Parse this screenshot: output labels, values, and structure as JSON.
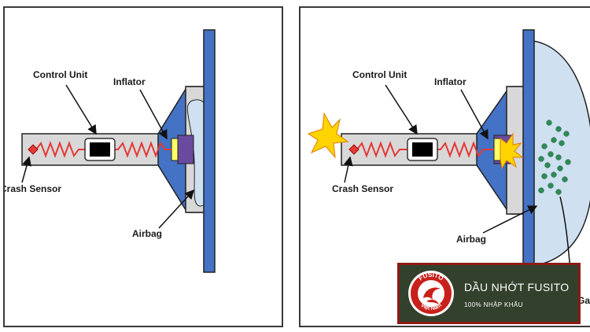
{
  "left_panel": {
    "labels": {
      "control_unit": "Control Unit",
      "inflator": "Inflator",
      "crash_sensor": "Crash Sensor",
      "airbag": "Airbag"
    }
  },
  "right_panel": {
    "labels": {
      "control_unit": "Control Unit",
      "inflator": "Inflator",
      "crash_sensor": "Crash Sensor",
      "airbag": "Airbag",
      "gas": "Gas"
    }
  },
  "badge": {
    "title": "DẦU NHỚT FUSITO",
    "subtitle": "100% NHẬP KHẨU",
    "logo_text_top": "FUSITO",
    "logo_text_bottom": "Việt Nam"
  },
  "colors": {
    "housing": "#d8d8d8",
    "blue": "#4472c4",
    "wire": "#e53935",
    "airbag_fill": "#cfe0f1",
    "badge_bg": "#33402c",
    "badge_border": "#8d1a14",
    "gas_dots": "#2e8b57",
    "flash": "#ffd400"
  }
}
